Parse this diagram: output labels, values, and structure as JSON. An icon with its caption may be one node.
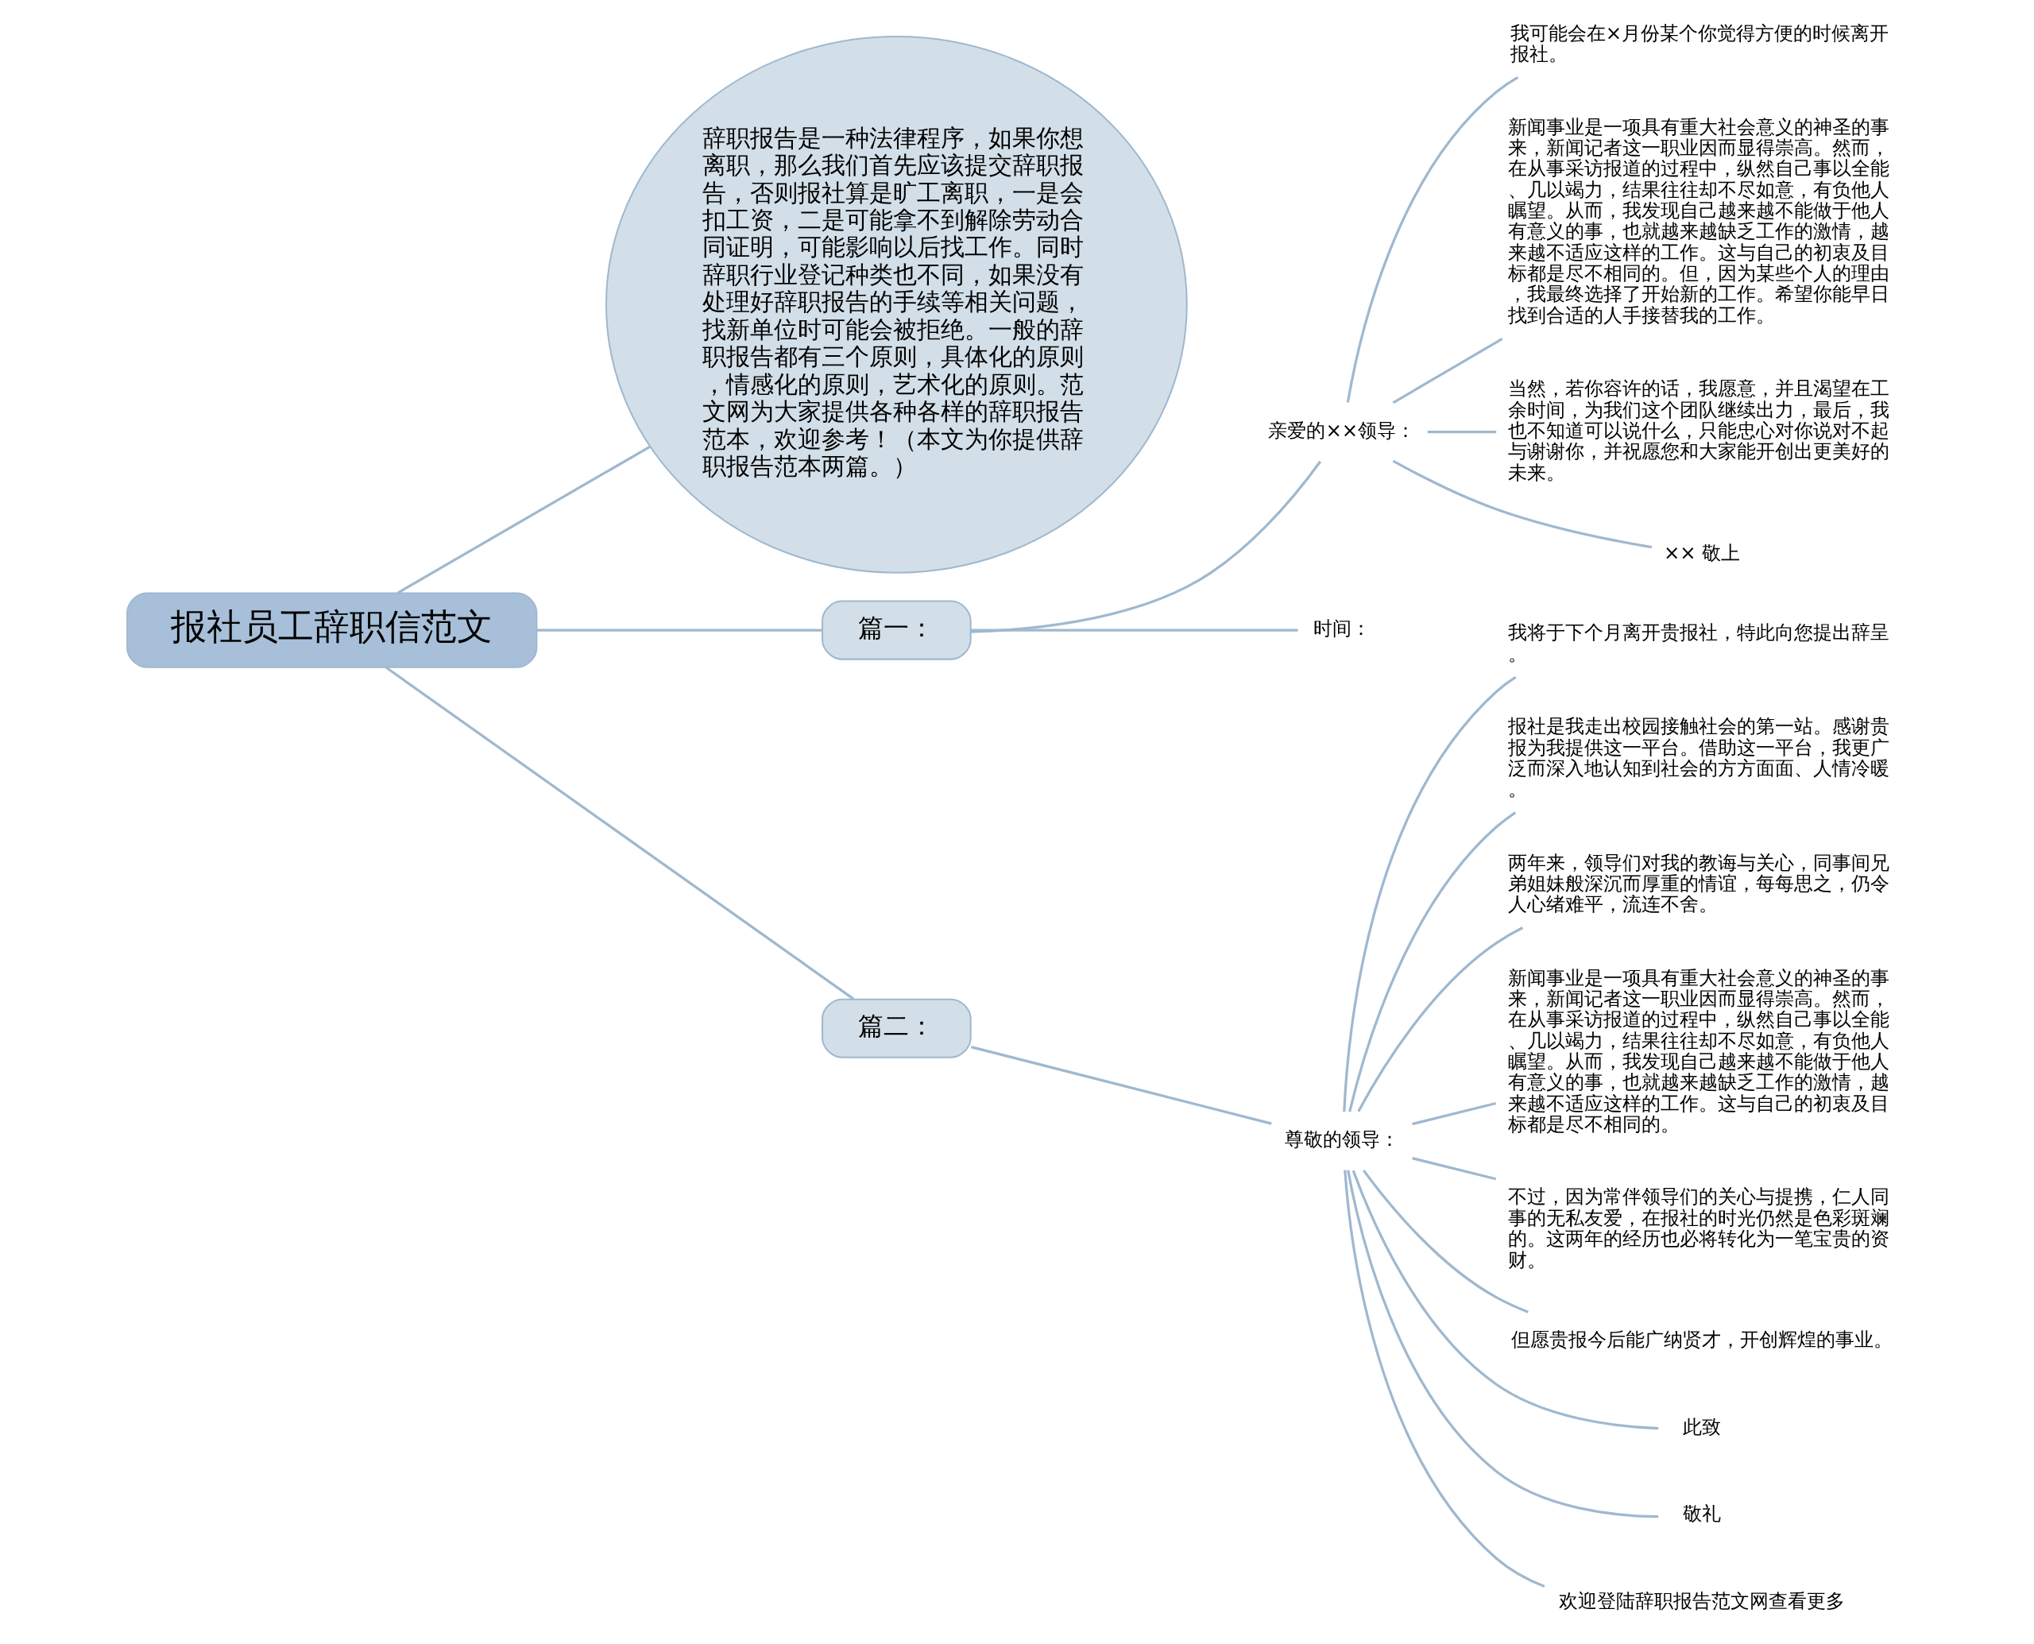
{
  "diagram": {
    "nodes": [
      {
        "text": [
          "报社员工辞职信范文"
        ]
      },
      {
        "text": [
          "辞职报告是一种法律程序，如果你想离职，那么我们首先应该提交辞职报告，否则报社算是旷工离职，一是会扣工资，二是可能拿不到解除劳动合同证明，可能影响以后找工作。同时辞职行业登记种类也不同，如果没有处理好辞职报告的手续等相关问题，找新单位时可能会被拒绝。一般的辞职报告都有三个原则，具体化的原则，情感化的原则，艺术化的原则。范文网为大家提供各种各样的辞职报告范本，欢迎参考！（本文为你提供辞职报告范本两篇。）"
        ]
      },
      {
        "text": [
          "篇一："
        ]
      },
      {
        "text": [
          "亲爱的××领导："
        ]
      },
      {
        "text": [
          "我可能会在×月份某个你觉得方便的时候离开报社。"
        ]
      },
      {
        "text": [
          "新闻事业是一项具有重大社会意义的神圣的事来，新闻记者这一职业因而显得崇高。然而，在从事采访报道的过程中，纵然自己事以全能、几以竭力，结果往往却不尽如意，有负他人瞩望。从而，我发现自己越来越不能做于他人有意义的事，也就越来越缺乏工作的激情，越来越不适应这样的工作。这与自己的初衷及目标都是尽不相同的。但，因为某些个人的理由，我最终选择了开始新的工作。希望你能早日找到合适的人手接替我的工作。"
        ]
      },
      {
        "text": [
          "当然，若你容许的话，我愿意，并且渴望在工余时间，为我们这个团队继续出力，最后，我也不知道可以说什么，只能忠心对你说对不起与谢谢你，并祝愿您和大家能开创出更美好的未来。"
        ]
      },
      {
        "text": [
          "×× 敬上"
        ]
      },
      {
        "text": [
          "时间："
        ]
      },
      {
        "text": [
          "篇二："
        ]
      },
      {
        "text": [
          "尊敬的领导："
        ]
      },
      {
        "text": [
          "我将于下个月离开贵报社，特此向您提出辞呈。"
        ]
      },
      {
        "text": [
          "报社是我走出校园接触社会的第一站。感谢贵报为我提供这一平台。借助这一平台，我更广泛而深入地认知到社会的方方面面、人情冷暖。"
        ]
      },
      {
        "text": [
          "两年来，领导们对我的教诲与关心，同事间兄弟姐妹般深沉而厚重的情谊，每每思之，仍令人心绪难平，流连不舍。"
        ]
      },
      {
        "text": [
          "新闻事业是一项具有重大社会意义的神圣的事来，新闻记者这一职业因而显得崇高。然而，在从事采访报道的过程中，纵然自己事以全能、几以竭力，结果往往却不尽如意，有负他人瞩望。从而，我发现自己越来越不能做于他人有意义的事，也就越来越缺乏工作的激情，越来越不适应这样的工作。这与自己的初衷及目标都是尽不相同的。"
        ]
      },
      {
        "text": [
          "不过，因为常伴领导们的关心与提携，仁人同事的无私友爱，在报社的时光仍然是色彩斑斓的。这两年的经历也必将转化为一笔宝贵的资财。"
        ]
      },
      {
        "text": [
          "但愿贵报今后能广纳贤才，开创辉煌的事业。"
        ]
      },
      {
        "text": [
          "此致"
        ]
      },
      {
        "text": [
          "敬礼"
        ]
      },
      {
        "text": [
          "欢迎登陆辞职报告范文网查看更多"
        ]
      }
    ],
    "edges": [
      {
        "from": 0,
        "to": 1,
        "arrow": "none"
      },
      {
        "from": 0,
        "to": 2,
        "arrow": "none"
      },
      {
        "from": 0,
        "to": 9,
        "arrow": "none"
      },
      {
        "from": 2,
        "to": 3,
        "arrow": "none"
      },
      {
        "from": 2,
        "to": 8,
        "arrow": "none"
      },
      {
        "from": 3,
        "to": 4,
        "arrow": "none"
      },
      {
        "from": 3,
        "to": 5,
        "arrow": "none"
      },
      {
        "from": 3,
        "to": 6,
        "arrow": "none"
      },
      {
        "from": 3,
        "to": 7,
        "arrow": "none"
      },
      {
        "from": 9,
        "to": 10,
        "arrow": "none"
      },
      {
        "from": 10,
        "to": 11,
        "arrow": "none"
      },
      {
        "from": 10,
        "to": 12,
        "arrow": "none"
      },
      {
        "from": 10,
        "to": 13,
        "arrow": "none"
      },
      {
        "from": 10,
        "to": 14,
        "arrow": "none"
      },
      {
        "from": 10,
        "to": 15,
        "arrow": "none"
      },
      {
        "from": 10,
        "to": 16,
        "arrow": "none"
      },
      {
        "from": 10,
        "to": 17,
        "arrow": "none"
      },
      {
        "from": 10,
        "to": 18,
        "arrow": "none"
      },
      {
        "from": 10,
        "to": 19,
        "arrow": "none"
      }
    ]
  }
}
